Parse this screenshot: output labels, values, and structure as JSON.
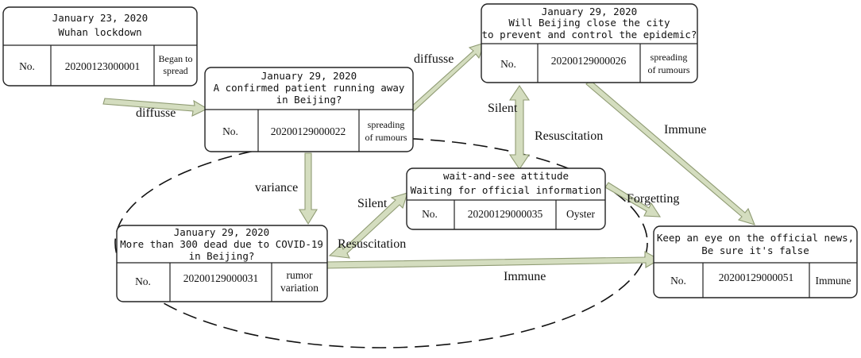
{
  "nodes": {
    "wuhan": {
      "date": "January 23, 2020",
      "title_lines": [
        "Wuhan lockdown"
      ],
      "no_label": "No.",
      "id": "20200123000001",
      "state_lines": [
        "Began to",
        "spread"
      ]
    },
    "patient": {
      "date": "January 29, 2020",
      "title_lines": [
        "A confirmed patient running away",
        "in Beijing?"
      ],
      "no_label": "No.",
      "id": "20200129000022",
      "state_lines": [
        "spreading",
        "of rumours"
      ]
    },
    "close_city": {
      "date": "January 29, 2020",
      "title_lines": [
        "Will Beijing close the city",
        "to prevent and control the epidemic?"
      ],
      "no_label": "No.",
      "id": "20200129000026",
      "state_lines": [
        "spreading",
        "of rumours"
      ]
    },
    "wait": {
      "date": "",
      "title_lines": [
        "wait-and-see attitude",
        "Waiting for official information"
      ],
      "no_label": "No.",
      "id": "20200129000035",
      "state_lines": [
        "Oyster"
      ]
    },
    "dead": {
      "date": "January 29, 2020",
      "title_lines": [
        "More than 300 dead  due to COVID-19",
        "in Beijing?"
      ],
      "no_label": "No.",
      "id": "20200129000031",
      "state_lines": [
        "rumor",
        "variation"
      ]
    },
    "official": {
      "date": "",
      "title_lines": [
        "Keep an eye on the official news,",
        "Be sure it's false"
      ],
      "no_label": "No.",
      "id": "20200129000051",
      "state_lines": [
        "Immune"
      ]
    }
  },
  "edges": {
    "diffuse_1": "diffusse",
    "diffuse_2": "diffusse",
    "variance": "variance",
    "silent_1": "Silent",
    "resuscitation_1": "Resuscitation",
    "silent_2": "Silent",
    "resuscitation_2": "Resuscitation",
    "immune_1": "Immune",
    "forgetting": "Forgetting",
    "immune_2": "Immune"
  }
}
